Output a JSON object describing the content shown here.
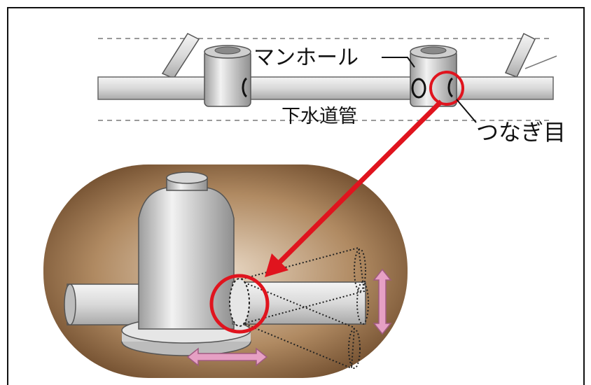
{
  "labels": {
    "manhole": "マンホール",
    "sewer_pipe": "下水道管",
    "joint": "つなぎ目"
  },
  "colors": {
    "highlight_red": "#e0141e",
    "soil_brown": "#8a6a4a",
    "pipe_gray": "#d6d6d6",
    "arrow_pink": "#e6a0c4"
  },
  "icons": [
    "manhole-icon",
    "sewer-pipe-icon",
    "joint-circle-icon",
    "displacement-arrow-icon"
  ]
}
